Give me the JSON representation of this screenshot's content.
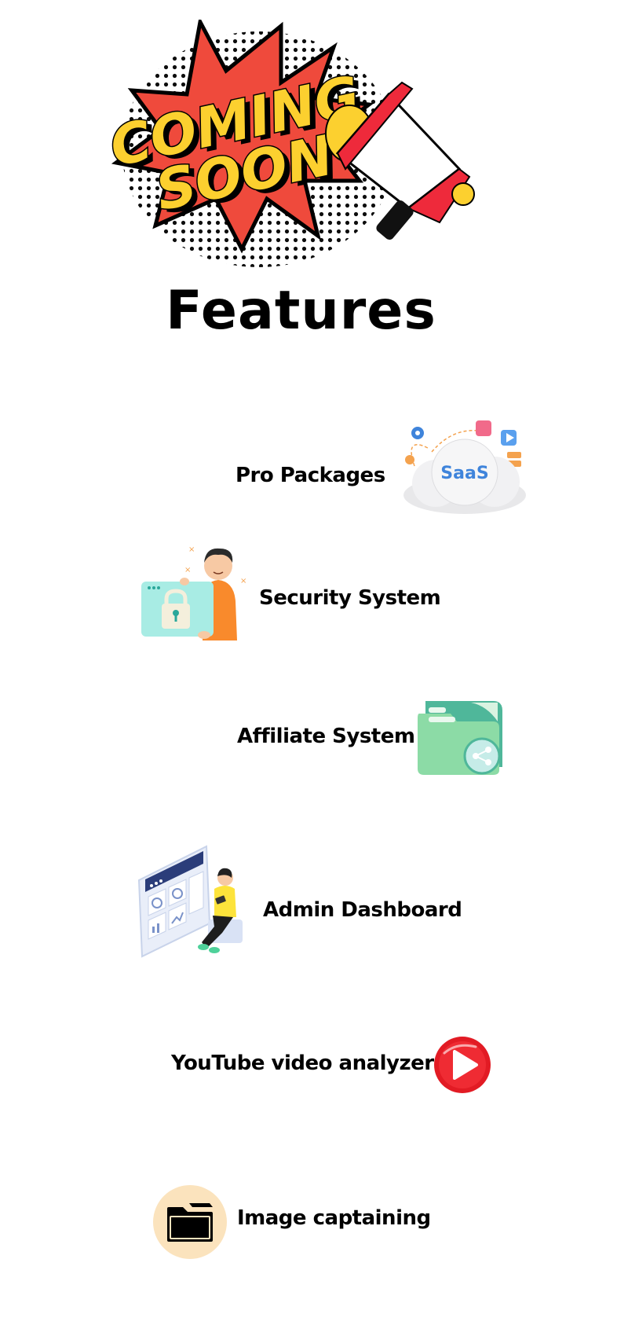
{
  "banner": {
    "line1": "COMING",
    "line2": "SOON"
  },
  "page_title": "Features",
  "features": [
    {
      "label": "Pro Packages",
      "icon": "saas-cloud-icon",
      "icon_text": "SaaS"
    },
    {
      "label": "Security System",
      "icon": "person-with-lock-icon"
    },
    {
      "label": "Affiliate System",
      "icon": "shared-folder-icon"
    },
    {
      "label": "Admin Dashboard",
      "icon": "person-with-dashboard-icon"
    },
    {
      "label": "YouTube video analyzer",
      "icon": "play-button-icon"
    },
    {
      "label": "Image captaining",
      "icon": "folder-icon"
    }
  ],
  "colors": {
    "burst_red": "#ef4a3c",
    "comic_yellow": "#fcd02f",
    "megaphone_red": "#ee2a3b",
    "youtube_red": "#e21b24",
    "folder_bg": "#fbe3bd",
    "saas_blue": "#3f84db",
    "lock_panel": "#a8ece4",
    "person_orange": "#f98a2c",
    "folder_green": "#8cdba6"
  }
}
